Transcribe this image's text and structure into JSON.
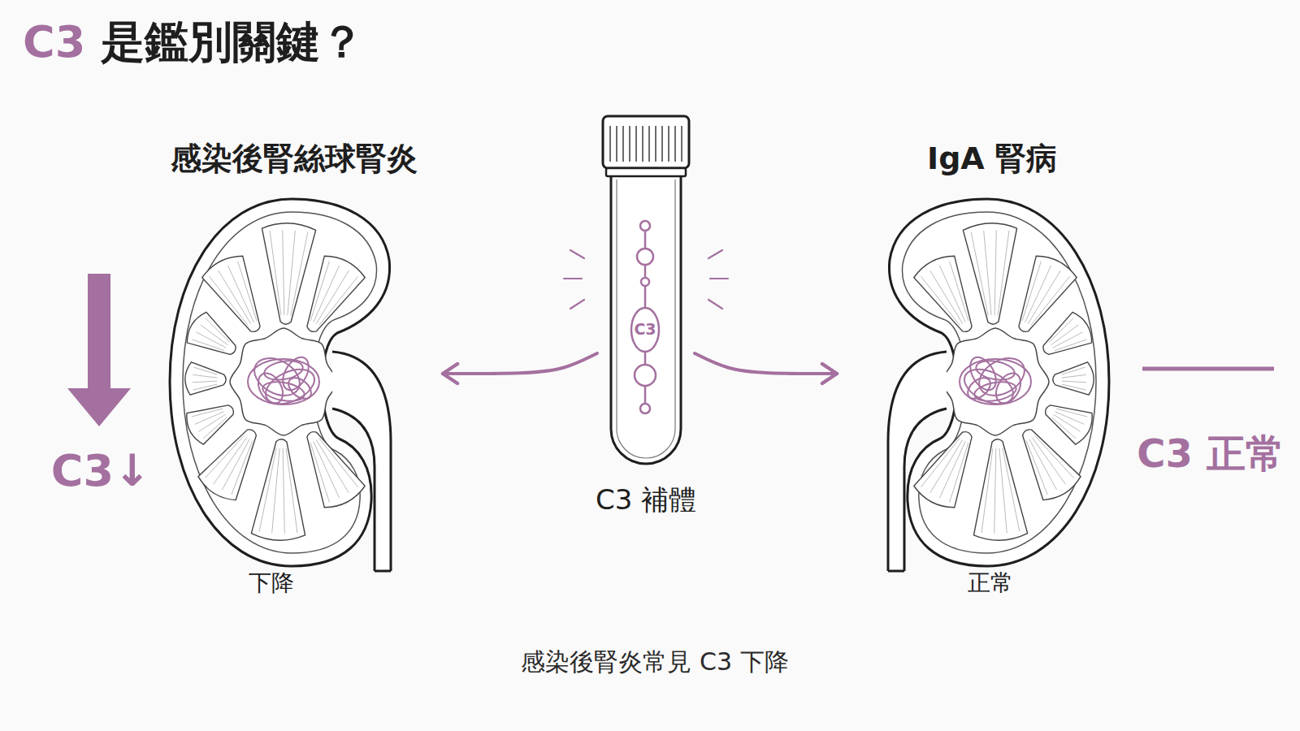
{
  "diagram": {
    "title": "C3 是鑑別關鍵？",
    "caption": "感染後腎炎常見 C3 下降",
    "nodes": [
      {
        "text": [
          "感染後腎絲球腎炎",
          "下降"
        ]
      },
      {
        "text": [
          "C3",
          "C3 補體"
        ]
      },
      {
        "text": [
          "IgA 腎病",
          "正常"
        ]
      }
    ],
    "edges": [
      {
        "from": 1,
        "to": 0,
        "arrow": "to"
      },
      {
        "from": 1,
        "to": 2,
        "arrow": "to"
      }
    ],
    "labels": [
      "C3↓",
      "C3 正常"
    ]
  }
}
